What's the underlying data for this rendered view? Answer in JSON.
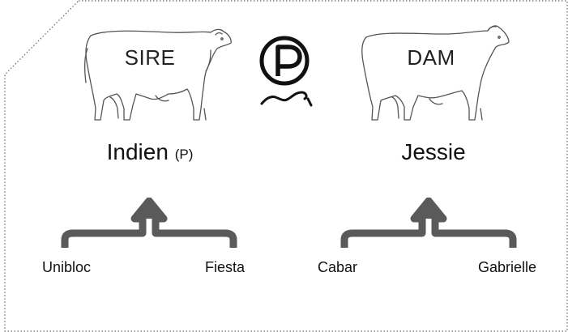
{
  "sire": {
    "label": "SIRE",
    "name": "Indien",
    "name_suffix": "(P)",
    "parents": [
      "Unibloc",
      "Fiesta"
    ]
  },
  "dam": {
    "label": "DAM",
    "name": "Jessie",
    "parents": [
      "Cabar",
      "Gabrielle"
    ]
  },
  "logo": {
    "letter": "P"
  },
  "colors": {
    "bracket": "#5a5a5a",
    "outline": "#555555",
    "text": "#111111"
  }
}
